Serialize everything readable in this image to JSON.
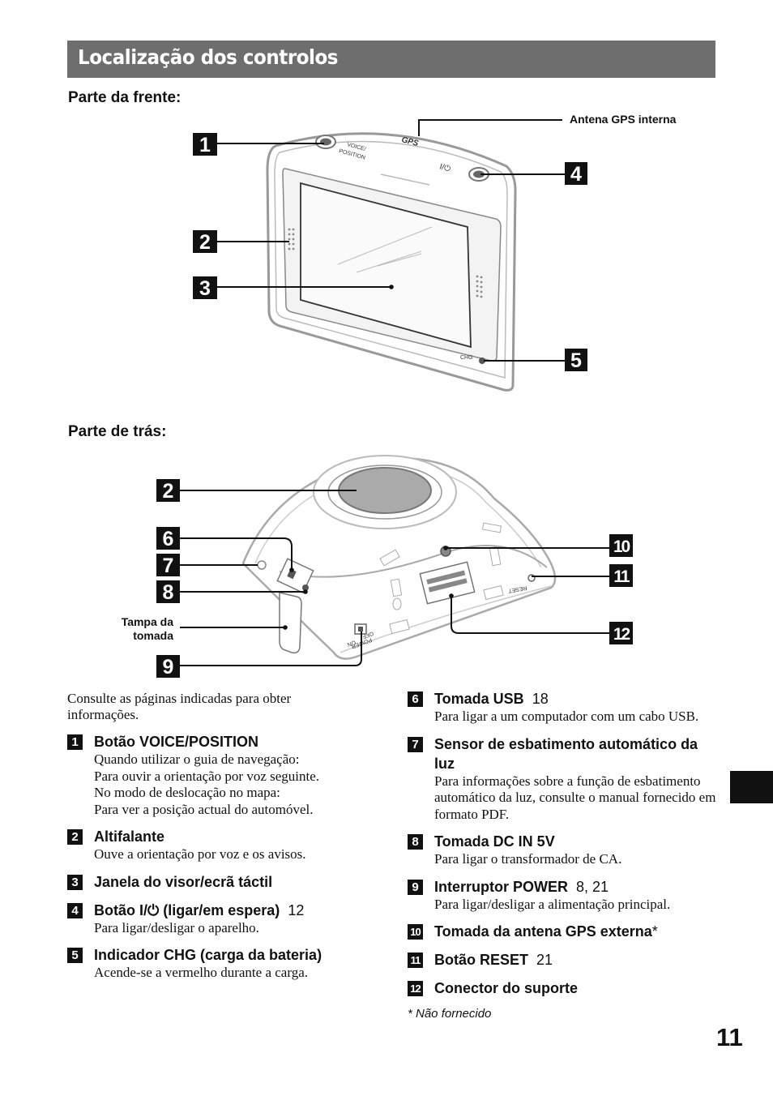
{
  "header": {
    "title": "Localização dos controlos"
  },
  "front": {
    "heading": "Parte da frente:",
    "antenna_label": "Antena GPS interna",
    "device_labels": {
      "voice1": "VOICE/",
      "voice2": "POSITION",
      "gps": "GPS",
      "power": "I/⏻",
      "chg": "CHG"
    },
    "callouts": [
      "1",
      "2",
      "3",
      "4",
      "5"
    ]
  },
  "back": {
    "heading": "Parte de trás:",
    "cover_label_1": "Tampa da",
    "cover_label_2": "tomada",
    "device_labels": {
      "reset": "RESET",
      "power": "POWER",
      "on": "ON",
      "off": "OFF"
    },
    "callouts": [
      "2",
      "6",
      "7",
      "8",
      "9",
      "10",
      "11",
      "12"
    ]
  },
  "intro": "Consulte as páginas indicadas para obter informações.",
  "items_left": [
    {
      "num": "1",
      "title": "Botão VOICE/POSITION",
      "ref": "",
      "desc": "Quando utilizar o guia de navegação:\nPara ouvir a orientação por voz seguinte.\nNo modo de deslocação no mapa:\nPara ver a posição actual do automóvel."
    },
    {
      "num": "2",
      "title": "Altifalante",
      "ref": "",
      "desc": "Ouve a orientação por voz e os avisos."
    },
    {
      "num": "3",
      "title": "Janela do visor/ecrã táctil",
      "ref": "",
      "desc": ""
    },
    {
      "num": "4",
      "title": "Botão I/⏻ (ligar/em espera)",
      "ref": "12",
      "desc": "Para ligar/desligar o aparelho."
    },
    {
      "num": "5",
      "title": "Indicador CHG (carga da bateria)",
      "ref": "",
      "desc": "Acende-se a vermelho durante a carga."
    }
  ],
  "items_right": [
    {
      "num": "6",
      "title": "Tomada USB",
      "ref": "18",
      "desc": "Para ligar a um computador com um cabo USB."
    },
    {
      "num": "7",
      "title": "Sensor de esbatimento automático da luz",
      "ref": "",
      "desc": "Para informações sobre a função de esbatimento automático da luz, consulte o manual fornecido em formato PDF."
    },
    {
      "num": "8",
      "title": "Tomada DC IN 5V",
      "ref": "",
      "desc": "Para ligar o transformador de CA."
    },
    {
      "num": "9",
      "title": "Interruptor POWER",
      "ref": "8, 21",
      "desc": "Para ligar/desligar a alimentação principal."
    },
    {
      "num": "10",
      "title": "Tomada da antena GPS externa",
      "ref": "*",
      "desc": ""
    },
    {
      "num": "11",
      "title": "Botão RESET",
      "ref": "21",
      "desc": ""
    },
    {
      "num": "12",
      "title": "Conector do suporte",
      "ref": "",
      "desc": ""
    }
  ],
  "footnote": "* Não fornecido",
  "page_number": "11"
}
